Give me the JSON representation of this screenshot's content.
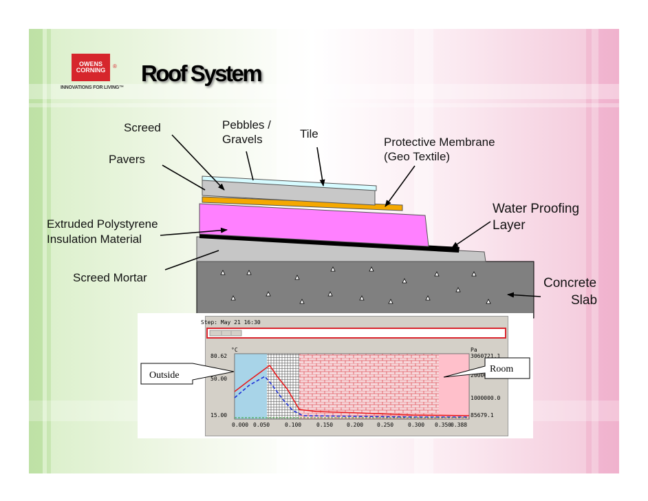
{
  "title": "Roof System",
  "logo": {
    "line1": "OWENS",
    "line2": "CORNING",
    "reg": "®",
    "tagline": "INNOVATIONS FOR LIVING™"
  },
  "labels": {
    "screed": "Screed",
    "pebbles_line1": "Pebbles /",
    "pebbles_line2": "Gravels",
    "tile": "Tile",
    "membrane_line1": "Protective Membrane",
    "membrane_line2": "(Geo Textile)",
    "pavers": "Pavers",
    "waterproofing_line1": "Water Proofing",
    "waterproofing_line2": "Layer",
    "eps_line1": "Extruded Polystyrene",
    "eps_line2": "Insulation Material",
    "screed_mortar": "Screed Mortar",
    "slab_line1": "Concrete",
    "slab_line2": "Slab"
  },
  "colors": {
    "tile": "#d6fbff",
    "screed": "#c8c8c8",
    "membrane": "#f5a800",
    "insulation": "#ff80ff",
    "waterproofing": "#000000",
    "mortar": "#c6c6c6",
    "slab": "#808080",
    "curve_red": "#e8191b",
    "curve_blue": "#1c2fd8"
  },
  "simulation": {
    "step": "Step: May 21 16:30",
    "left_unit": "°C",
    "right_unit": "Pa",
    "left_ticks": [
      "80.62",
      "50.00",
      "15.00"
    ],
    "right_ticks": [
      "3060721.1",
      "2000000.0",
      "1000000.0",
      "85679.1"
    ],
    "x_ticks": [
      "0.000",
      "0.050",
      "0.100",
      "0.150",
      "0.200",
      "0.250",
      "0.300",
      "0.350",
      "0.388"
    ],
    "outside_label": "Outside",
    "room_label": "Room"
  }
}
